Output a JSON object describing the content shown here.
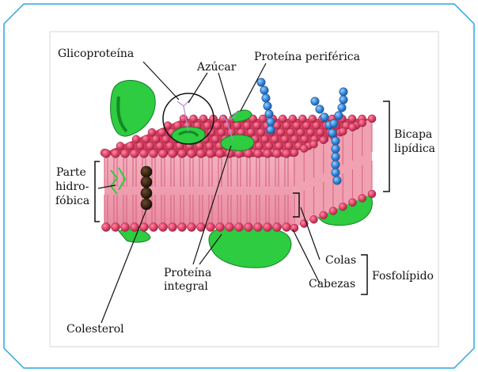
{
  "labels": {
    "glicoproteina": "Glicoproteína",
    "azucar": "Azúcar",
    "proteina_periferica": "Proteína periférica",
    "bicapa_line1": "Bicapa",
    "bicapa_line2": "lipídica",
    "parte_line1": "Parte",
    "parte_line2": "hidro-",
    "parte_line3": "fóbica",
    "colas": "Colas",
    "cabezas": "Cabezas",
    "fosfolipido": "Fosfolípido",
    "proteina_integral_line1": "Proteína",
    "proteina_integral_line2": "integral",
    "colesterol": "Colesterol"
  },
  "colors": {
    "frame": "#2aa7df",
    "panel_border": "#d6d6d6",
    "head": "#e0436a",
    "head_dark": "#b8304f",
    "tail": "#f2a3b3",
    "protein": "#2ecc40",
    "protein_dark": "#1a7a27",
    "bead": "#3b8fe0",
    "bead_dark": "#1f5ea8",
    "cholesterol": "#3a2410"
  }
}
